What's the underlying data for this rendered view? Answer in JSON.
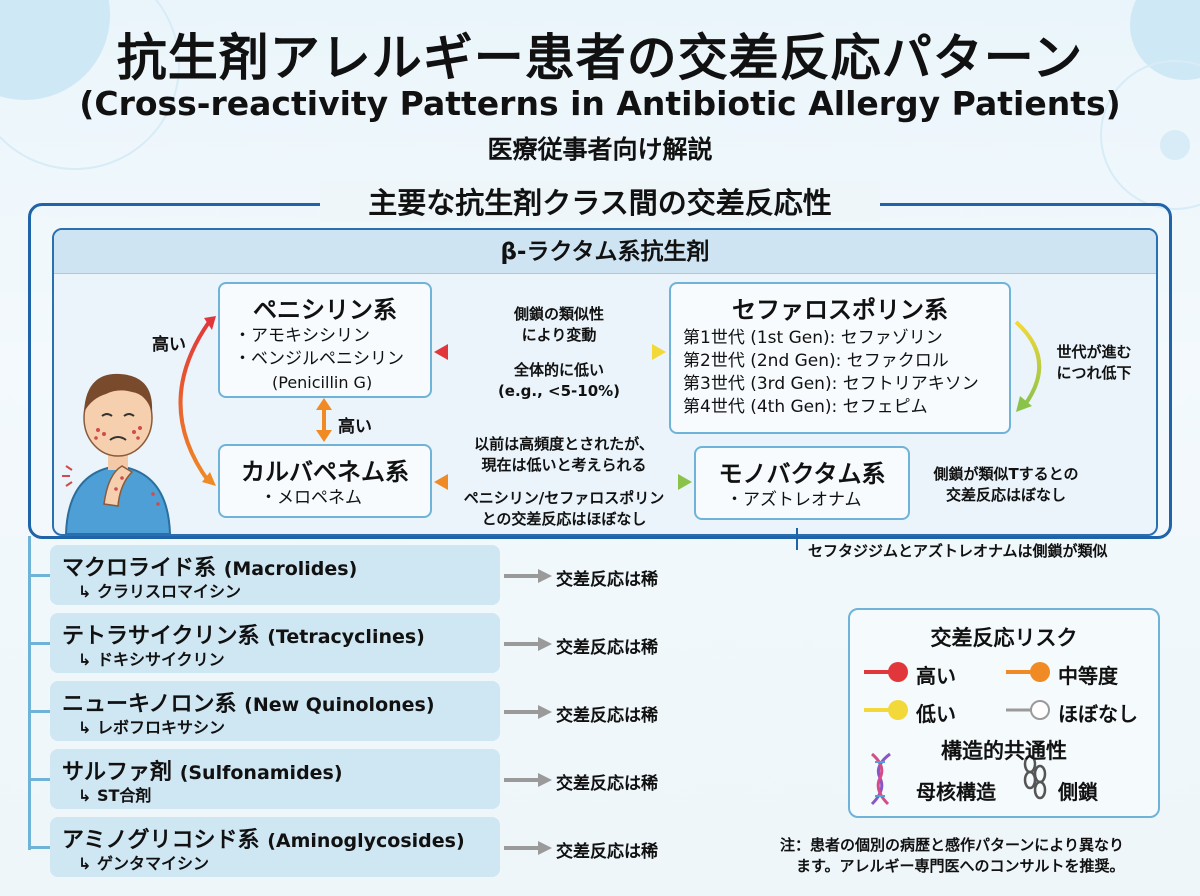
{
  "title": {
    "main": "抗生剤アレルギー患者の交差反応パターン",
    "english": "(Cross-reactivity Patterns in Antibiotic Allergy Patients)",
    "sub": "医療従事者向け解説"
  },
  "section_title": "主要な抗生剤クラス間の交差反応性",
  "beta_lactam": {
    "header": "β-ラクタム系抗生剤",
    "penicillin": {
      "title": "ペニシリン系",
      "drugs": [
        "・アモキシシリン",
        "・ベンジルペニシリン",
        "(Penicillin G)"
      ]
    },
    "cephalosporin": {
      "title": "セファロスポリン系",
      "generations": [
        "第1世代 (1st Gen): セファゾリン",
        "第2世代 (2nd Gen): セファクロル",
        "第3世代 (3rd Gen): セフトリアキソン",
        "第4世代 (4th Gen): セフェピム"
      ]
    },
    "carbapenem": {
      "title": "カルバペネム系",
      "drugs": [
        "・メロペネム"
      ]
    },
    "monobactam": {
      "title": "モノバクタム系",
      "drugs": [
        "・アズトレオナム"
      ]
    },
    "labels": {
      "pen_ceph_top": [
        "側鎖の類似性",
        "により変動"
      ],
      "pen_ceph_bottom": [
        "全体的に低い",
        "(e.g., <5-10%)"
      ],
      "left_high": "高い",
      "pen_carb_high": "高い",
      "carb_mono_top": [
        "以前は高頻度とされたが、",
        "現在は低いと考えられる"
      ],
      "carb_mono_bottom": [
        "ペニシリン/セファロスポリン",
        "との交差反応はほぼなし"
      ],
      "gen_decrease": [
        "世代が進む",
        "につれ低下"
      ],
      "mono_side": [
        "側鎖が類似Tするとの",
        "交差反応はぼなし"
      ],
      "ceftazidime_note": "セフタジジムとアズトレオナムは側鎖が類似"
    }
  },
  "other_classes": [
    {
      "name": "マクロライド系",
      "en": "(Macrolides)",
      "drug": "↳ クラリスロマイシン",
      "result": "交差反応は稀"
    },
    {
      "name": "テトラサイクリン系",
      "en": "(Tetracyclines)",
      "drug": "↳ ドキシサイクリン",
      "result": "交差反応は稀"
    },
    {
      "name": "ニューキノロン系",
      "en": "(New Quinolones)",
      "drug": "↳ レボフロキサシン",
      "result": "交差反応は稀"
    },
    {
      "name": "サルファ剤",
      "en": "(Sulfonamides)",
      "drug": "↳ ST合剤",
      "result": "交差反応は稀"
    },
    {
      "name": "アミノグリコシド系",
      "en": "(Aminoglycosides)",
      "drug": "↳ ゲンタマイシン",
      "result": "交差反応は稀"
    }
  ],
  "legend": {
    "title": "交差反応リスク",
    "high": "高い",
    "medium": "中等度",
    "low": "低い",
    "none": "ほぼなし",
    "structure_title": "構造的共通性",
    "core": "母核構造",
    "side_chain": "側鎖"
  },
  "colors": {
    "high": "#e2373a",
    "medium": "#f08a24",
    "low": "#f3d83a",
    "none": "#9a9a9a",
    "frame": "#1f63a8",
    "box_border": "#6fb3d8"
  },
  "note": [
    "注：患者の個別の病歴と感作パターンにより異なり",
    "ます。アレルギー専門医へのコンサルトを推奨。"
  ]
}
